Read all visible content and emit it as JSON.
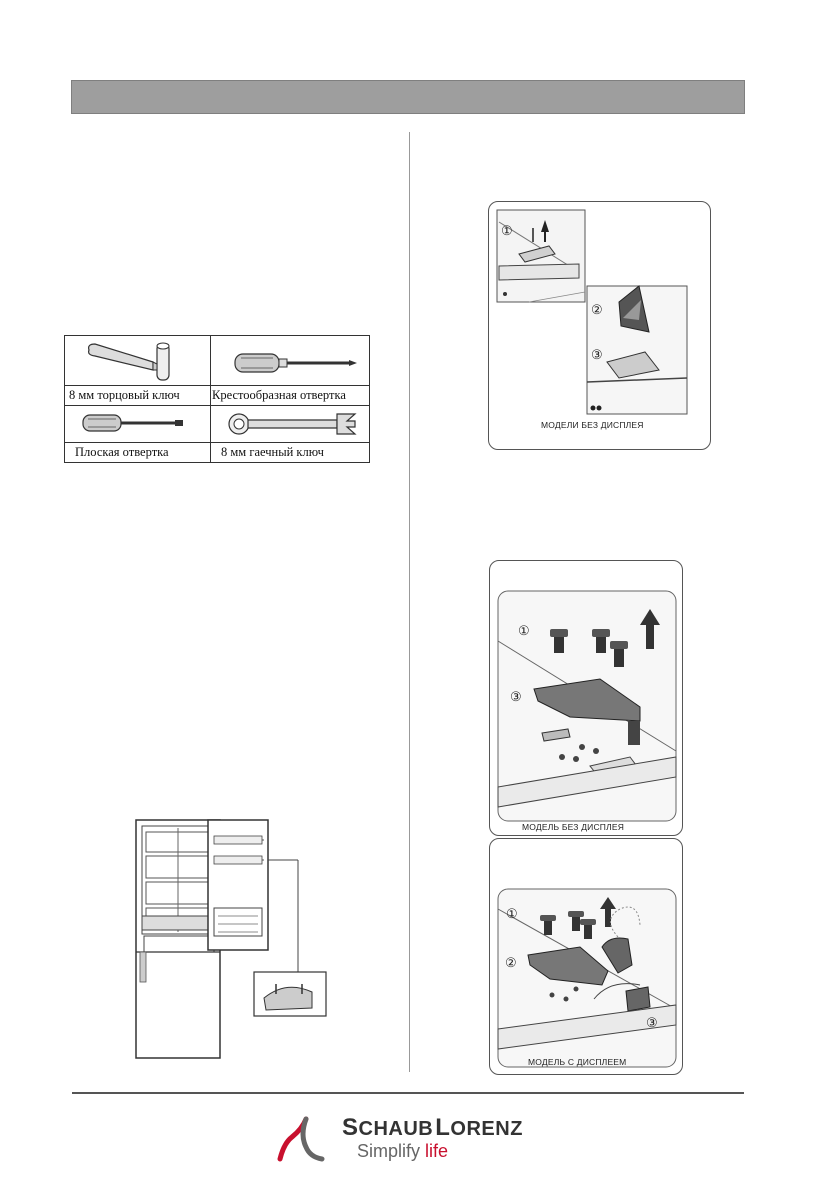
{
  "tools": {
    "socket_wrench": "8 мм торцовый ключ",
    "phillips_screwdriver": "Крестообразная отвертка",
    "flat_screwdriver": "Плоская отвертка",
    "spanner": "8 мм гаечный ключ"
  },
  "figures": {
    "fig1_caption": "МОДЕЛИ БЕЗ ДИСПЛЕЯ",
    "fig2_caption": "МОДЕЛЬ БЕЗ ДИСПЛЕЯ",
    "fig3_caption": "МОДЕЛЬ С ДИСПЛЕЕМ",
    "markers": {
      "one": "①",
      "two": "②",
      "three": "③"
    }
  },
  "logo": {
    "brand_first_initial": "S",
    "brand_first_rest": "CHAUB",
    "brand_second_initial": "L",
    "brand_second_rest": "ORENZ",
    "tag_main": "Simplify",
    "tag_accent": "life",
    "accent_color": "#c8102e"
  }
}
